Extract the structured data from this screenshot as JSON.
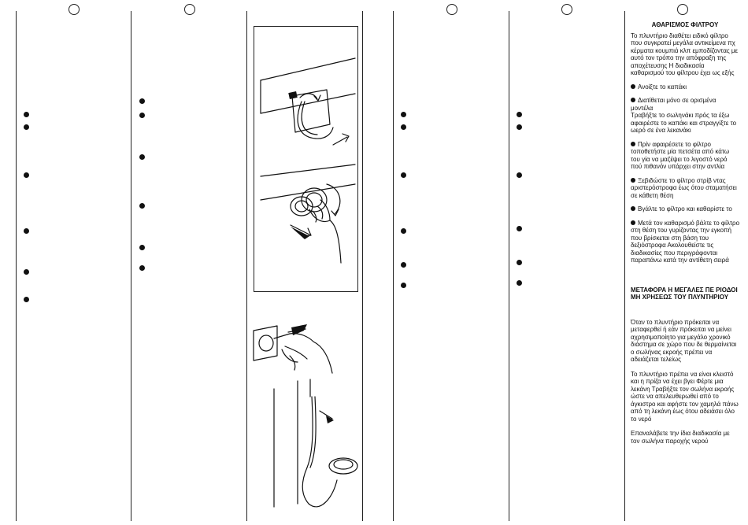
{
  "filter_section": {
    "title": "ΑΘΑΡΙΣΜΟΣ ΦΙΛΤΡΟΥ",
    "intro": "Το πλυντήριο διαθέτει ειδικό φίλτρο που συγκρατεί μεγάλα αντικείμενα πχ κέρματα κουμπιά κλπ εμποδίζοντας με αυτό τον τρόπο την απόφραξη της αποχέτευσης Η διαδικασία καθαρισμού του φίλτρου έχει ως εξής",
    "step1": "Ανοίξτε το καπάκι",
    "step2a": "Διατίθεται μόνο σε ορισμένα μοντέλα",
    "step2b": "Τραβήξτε το σωληνάκι πρός τα έξω αφαιρέστε το καπάκι και στραγγίξτε το ωερό σε ένα λεκανάκι",
    "step3": "Πρίν αφαιρέσετε το φίλτρο τοποθετήστε μία πετσέτα από κάτω του γία να μαζέψει το λιγοστό νερό πού πιθανόν υπάρχει στην αντλία",
    "step4": "Ξεβιδώστε το φίλτρο στρίβ ντας αριστερόστροφα έως ότου σταματήσει σε κάθετη θέση",
    "step5": "Βγάλτε το φίλτρο και καθαρίστε το",
    "step6": "Μετά τον καθαρισμό βάλτε το φίλτρο στη θέση του γυρίζοντας την εγκοπή που βρίσκεται στη βάση του δεξιόστροφα Ακολουθείστε τις διαδικασίες που περιγράφονται παραπάνω κατά την αντίθετη σειρά"
  },
  "transport_section": {
    "title": "ΜΕΤΑΦΟΡΑ Η ΜΕΓΑΛΕΣ ΠΕ ΡΙΟΔΟΙ ΜΗ ΧΡΗΣΕΩΣ ΤΟΥ ΠΛΥΝΤΗΡΙΟΥ",
    "p1": "Όταν το πλυντήριο πρόκειται να μεταφερθεί ή εάν πρόκειται να μείνει αχρησιμοποίητο για μεγάλο χρονικό διάστημα σε χώρο που δε θερμαίνεται ο σωλήνας εκροής πρέπει να αδειάζεται τελείως",
    "p2": "Το πλυντήριο πρέπει να είναι κλειστό και η πρίζα να έχει βγει Φέρτε μια λεκάνη Τραβήξτε τον σωλήνα εκροής ώστε να απελευθερωθεί από το άγκιστρο και αφήστε τον χαμηλά πάνω από τη λεκάνη έως ότου αδειάσει όλο το νερό",
    "p3": "Επαναλάβετε την ίδια διαδικασία με τον σωλήνα παροχής νερού"
  }
}
